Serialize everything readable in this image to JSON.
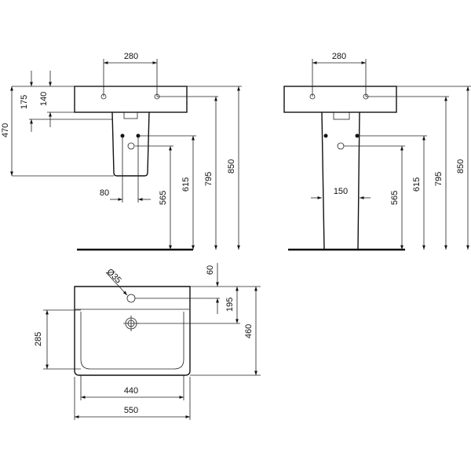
{
  "front_view": {
    "d_280": "280",
    "d_175": "175",
    "d_140": "140",
    "d_470": "470",
    "d_80": "80",
    "d_565": "565",
    "d_615": "615",
    "d_795": "795",
    "d_850": "850"
  },
  "side_view": {
    "d_280": "280",
    "d_150": "150",
    "d_565": "565",
    "d_615": "615",
    "d_795": "795",
    "d_850": "850"
  },
  "top_view": {
    "d_dia35": "Ø35",
    "d_60": "60",
    "d_195": "195",
    "d_460": "460",
    "d_285": "285",
    "d_440": "440",
    "d_550": "550"
  }
}
